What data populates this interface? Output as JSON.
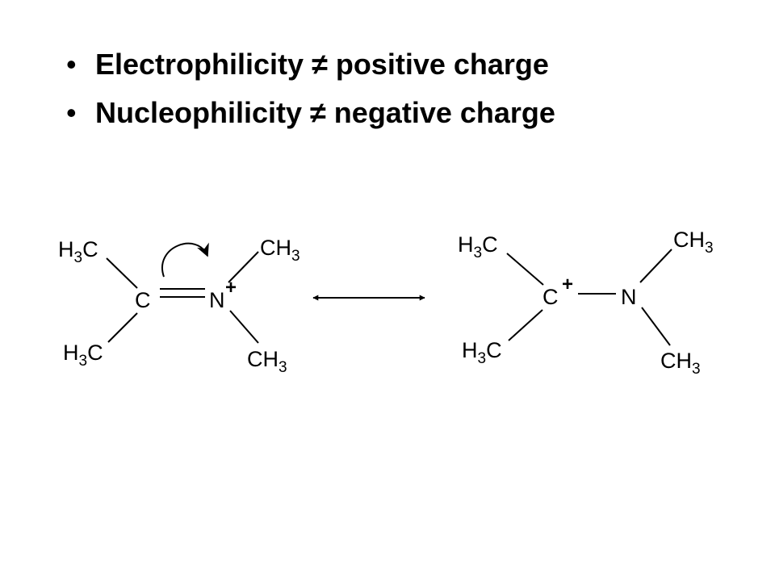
{
  "bullets": [
    "Electrophilicity ≠ positive charge",
    "Nucleophilicity ≠ negative charge"
  ],
  "bullet_glyph": "•",
  "structures": {
    "left": {
      "groups": {
        "h3c_top": {
          "a": "H",
          "sub": "3",
          "b": "C"
        },
        "h3c_bottom": {
          "a": "H",
          "sub": "3",
          "b": "C"
        },
        "ch3_top": {
          "a": "CH",
          "sub": "3"
        },
        "ch3_bottom": {
          "a": "CH",
          "sub": "3"
        }
      },
      "carbon": "C",
      "nitrogen": "N",
      "charge": "+",
      "charge_on": "N",
      "cn_bond": "double",
      "arrow": "curved electron-pushing arrow from C=N bond to N"
    },
    "right": {
      "groups": {
        "h3c_top": {
          "a": "H",
          "sub": "3",
          "b": "C"
        },
        "h3c_bottom": {
          "a": "H",
          "sub": "3",
          "b": "C"
        },
        "ch3_top": {
          "a": "CH",
          "sub": "3"
        },
        "ch3_bottom": {
          "a": "CH",
          "sub": "3"
        }
      },
      "carbon": "C",
      "nitrogen": "N",
      "charge": "+",
      "charge_on": "C",
      "cn_bond": "single"
    }
  },
  "resonance_arrow": "double-headed"
}
